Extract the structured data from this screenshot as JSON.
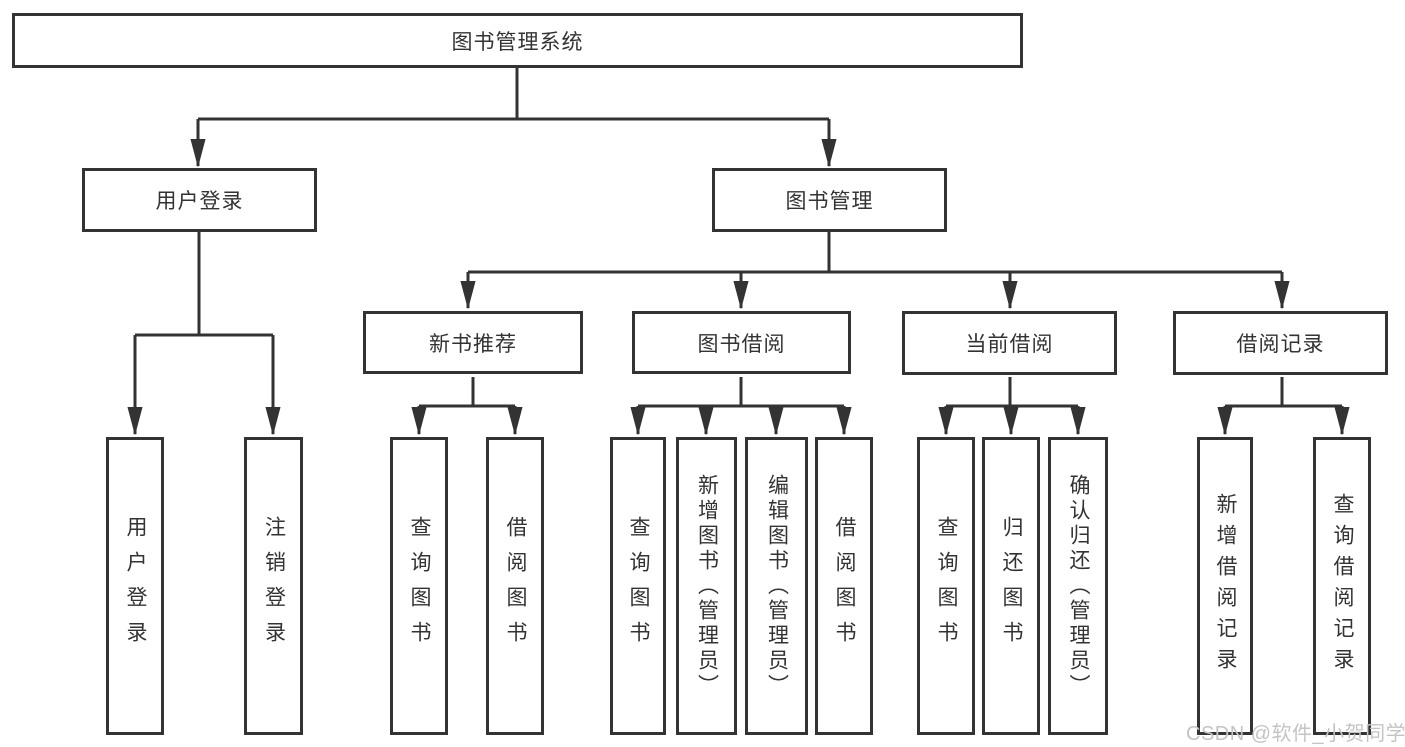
{
  "diagram": {
    "title_node": "图书管理系统",
    "level2": {
      "user_login": "用户登录",
      "book_management": "图书管理"
    },
    "level3": {
      "new_book_recommend": "新书推荐",
      "book_borrowing": "图书借阅",
      "current_borrowing": "当前借阅",
      "borrow_records": "借阅记录"
    },
    "leaves": {
      "user_login": [
        "用户登录",
        "注销登录"
      ],
      "new_book_recommend": [
        "查询图书",
        "借阅图书"
      ],
      "book_borrowing": [
        "查询图书",
        "新增图书（管理员）",
        "编辑图书（管理员）",
        "借阅图书"
      ],
      "current_borrowing": [
        "查询图书",
        "归还图书",
        "确认归还（管理员）"
      ],
      "borrow_records": [
        "新增借阅记录",
        "查询借阅记录"
      ]
    }
  },
  "watermark": "CSDN @软件_小贺同学",
  "colors": {
    "line": "#333333",
    "text": "#333333",
    "box_background": "#ffffff",
    "watermark": "#c4c4c4"
  }
}
